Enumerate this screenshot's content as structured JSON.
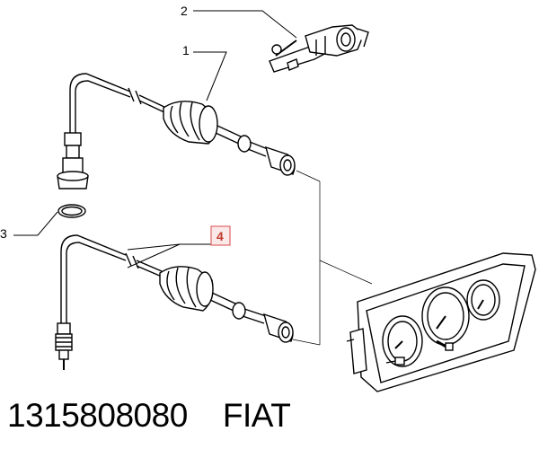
{
  "callouts": {
    "c1": "1",
    "c2": "2",
    "c3": "3",
    "c4": "4"
  },
  "highlight_color": "#e06666",
  "caption": {
    "part_number": "1315808080",
    "brand": "FIAT"
  }
}
